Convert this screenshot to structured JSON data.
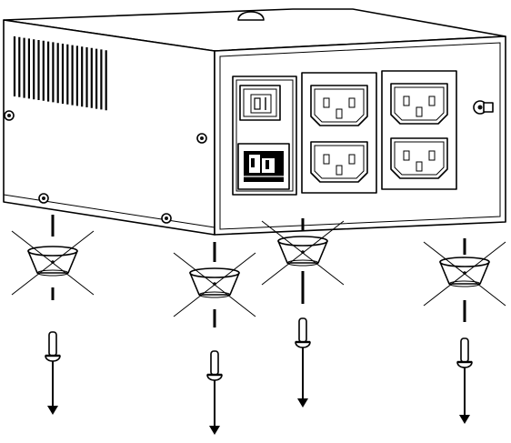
{
  "diagram": {
    "subject": "power-unit-rubber-feet-removal",
    "feet_count": 4,
    "panel": {
      "switch_count": 1,
      "inlet_count": 1,
      "outlet_count": 4,
      "ground_terminal_count": 1
    },
    "icons": [
      "rubber-foot-icon",
      "cross-out-icon",
      "screw-icon",
      "arrow-down-icon"
    ]
  }
}
